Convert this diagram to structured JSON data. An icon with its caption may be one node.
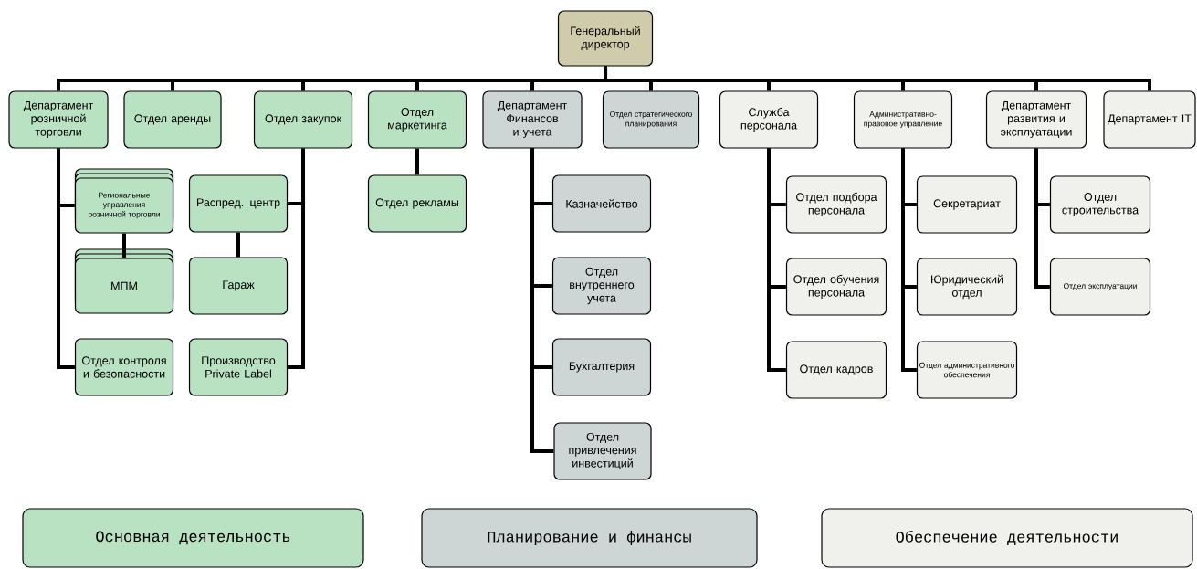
{
  "diagram": {
    "nodes": [
      {
        "text": [
          "Генеральный директор"
        ]
      },
      {
        "text": [
          "Департамент розничной торговли"
        ]
      },
      {
        "text": [
          "Отдел аренды"
        ]
      },
      {
        "text": [
          "Отдел закупок"
        ]
      },
      {
        "text": [
          "Отдел маркетинга"
        ]
      },
      {
        "text": [
          "Департамент Финансов и учета"
        ]
      },
      {
        "text": [
          "Отдел стратегического планирования"
        ]
      },
      {
        "text": [
          "Служба персонала"
        ]
      },
      {
        "text": [
          "Административно-правовое управление"
        ]
      },
      {
        "text": [
          "Департамент развития и эксплуатации"
        ]
      },
      {
        "text": [
          "Департамент IT"
        ]
      },
      {
        "text": [
          "Региональные управления розничной торговли"
        ]
      },
      {
        "text": [
          "МПМ"
        ]
      },
      {
        "text": [
          "Отдел контроля и безопасности"
        ]
      },
      {
        "text": [
          "Распред. центр"
        ]
      },
      {
        "text": [
          "Гараж"
        ]
      },
      {
        "text": [
          "Производство Private Label"
        ]
      },
      {
        "text": [
          "Отдел рекламы"
        ]
      },
      {
        "text": [
          "Казначейство"
        ]
      },
      {
        "text": [
          "Отдел внутреннего учета"
        ]
      },
      {
        "text": [
          "Бухгалтерия"
        ]
      },
      {
        "text": [
          "Отдел привлечения инвестиций"
        ]
      },
      {
        "text": [
          "Отдел подбора персонала"
        ]
      },
      {
        "text": [
          "Отдел обучения персонала"
        ]
      },
      {
        "text": [
          "Отдел кадров"
        ]
      },
      {
        "text": [
          "Секретариат"
        ]
      },
      {
        "text": [
          "Юридический отдел"
        ]
      },
      {
        "text": [
          "Отдел административного обеспечения"
        ]
      },
      {
        "text": [
          "Отдел строительства"
        ]
      },
      {
        "text": [
          "Отдел эксплуатации"
        ]
      }
    ],
    "edges": [
      {
        "from": 0,
        "to": 1,
        "arrow": "none"
      },
      {
        "from": 0,
        "to": 2,
        "arrow": "none"
      },
      {
        "from": 0,
        "to": 3,
        "arrow": "none"
      },
      {
        "from": 0,
        "to": 4,
        "arrow": "none"
      },
      {
        "from": 0,
        "to": 5,
        "arrow": "none"
      },
      {
        "from": 0,
        "to": 6,
        "arrow": "none"
      },
      {
        "from": 0,
        "to": 7,
        "arrow": "none"
      },
      {
        "from": 0,
        "to": 8,
        "arrow": "none"
      },
      {
        "from": 0,
        "to": 9,
        "arrow": "none"
      },
      {
        "from": 0,
        "to": 10,
        "arrow": "none"
      },
      {
        "from": 1,
        "to": 11,
        "arrow": "none"
      },
      {
        "from": 11,
        "to": 12,
        "arrow": "none"
      },
      {
        "from": 1,
        "to": 13,
        "arrow": "none"
      },
      {
        "from": 3,
        "to": 14,
        "arrow": "none"
      },
      {
        "from": 14,
        "to": 15,
        "arrow": "none"
      },
      {
        "from": 3,
        "to": 16,
        "arrow": "none"
      },
      {
        "from": 4,
        "to": 17,
        "arrow": "none"
      },
      {
        "from": 5,
        "to": 18,
        "arrow": "none"
      },
      {
        "from": 5,
        "to": 19,
        "arrow": "none"
      },
      {
        "from": 5,
        "to": 20,
        "arrow": "none"
      },
      {
        "from": 5,
        "to": 21,
        "arrow": "none"
      },
      {
        "from": 7,
        "to": 22,
        "arrow": "none"
      },
      {
        "from": 7,
        "to": 23,
        "arrow": "none"
      },
      {
        "from": 7,
        "to": 24,
        "arrow": "none"
      },
      {
        "from": 8,
        "to": 25,
        "arrow": "none"
      },
      {
        "from": 8,
        "to": 26,
        "arrow": "none"
      },
      {
        "from": 8,
        "to": 27,
        "arrow": "none"
      },
      {
        "from": 9,
        "to": 28,
        "arrow": "none"
      },
      {
        "from": 9,
        "to": 29,
        "arrow": "none"
      }
    ],
    "legend": [
      {
        "text": "Основная деятельность",
        "color": "#b8e2c2"
      },
      {
        "text": "Планирование и финансы",
        "color": "#cdd6d4"
      },
      {
        "text": "Обеспечение деятельности",
        "color": "#f0f0ec"
      }
    ]
  }
}
